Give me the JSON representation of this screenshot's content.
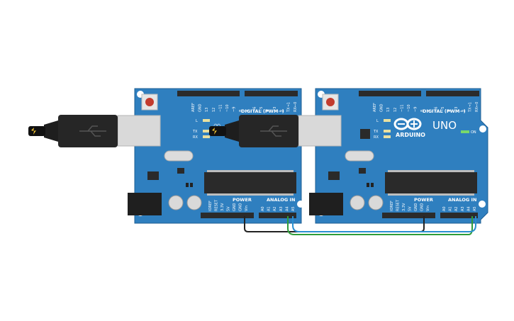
{
  "board_left": {
    "digital_header": "DIGITAL (PWM~)",
    "analog_header": "ANALOG IN",
    "power_header": "POWER",
    "digital_pins": [
      "AREF",
      "GND",
      "13",
      "12",
      "~11",
      "~10",
      "~9",
      "8",
      "7",
      "~6",
      "~5",
      "4",
      "~3",
      "2",
      "TX→1",
      "RX←0"
    ],
    "power_pins": [
      "IOREF",
      "RESET",
      "3.3V",
      "5V",
      "GND",
      "GND",
      "Vin"
    ],
    "analog_pins": [
      "A0",
      "A1",
      "A2",
      "A3",
      "A4",
      "A5"
    ],
    "led_labels": [
      "L",
      "TX",
      "RX"
    ]
  },
  "board_right": {
    "brand": "ARDUINO",
    "model": "UNO",
    "on_label": "ON",
    "digital_header": "DIGITAL (PWM~)",
    "analog_header": "ANALOG IN",
    "power_header": "POWER",
    "digital_pins": [
      "AREF",
      "GND",
      "13",
      "12",
      "~11",
      "~10",
      "~9",
      "8",
      "7",
      "~6",
      "~5",
      "4",
      "~3",
      "2",
      "TX→1",
      "RX←0"
    ],
    "power_pins": [
      "IOREF",
      "RESET",
      "3.3V",
      "5V",
      "GND",
      "GND",
      "Vin"
    ],
    "analog_pins": [
      "A0",
      "A1",
      "A2",
      "A3",
      "A4",
      "A5"
    ],
    "led_labels": [
      "L",
      "TX",
      "RX"
    ]
  },
  "wires": [
    {
      "name": "gnd-wire",
      "color": "#222222"
    },
    {
      "name": "a4-wire",
      "color": "#2e9c3a"
    },
    {
      "name": "a5-wire",
      "color": "#2a8fd0"
    }
  ],
  "colors": {
    "board": "#2f7fbf",
    "board_edge": "#1f5f93",
    "header": "#2b2b2b",
    "chip": "#2a2a2a"
  }
}
